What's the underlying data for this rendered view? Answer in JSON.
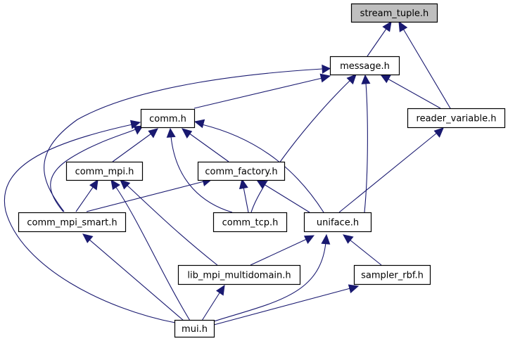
{
  "graph": {
    "highlight_color": "#bfbfbf",
    "edge_color": "#191970",
    "nodes": {
      "stream_tuple": "stream_tuple.h",
      "message": "message.h",
      "reader_variable": "reader_variable.h",
      "comm": "comm.h",
      "comm_mpi": "comm_mpi.h",
      "comm_factory": "comm_factory.h",
      "comm_mpi_smart": "comm_mpi_smart.h",
      "comm_tcp": "comm_tcp.h",
      "uniface": "uniface.h",
      "lib_mpi_multidomain": "lib_mpi_multidomain.h",
      "sampler_rbf": "sampler_rbf.h",
      "mui": "mui.h"
    }
  }
}
